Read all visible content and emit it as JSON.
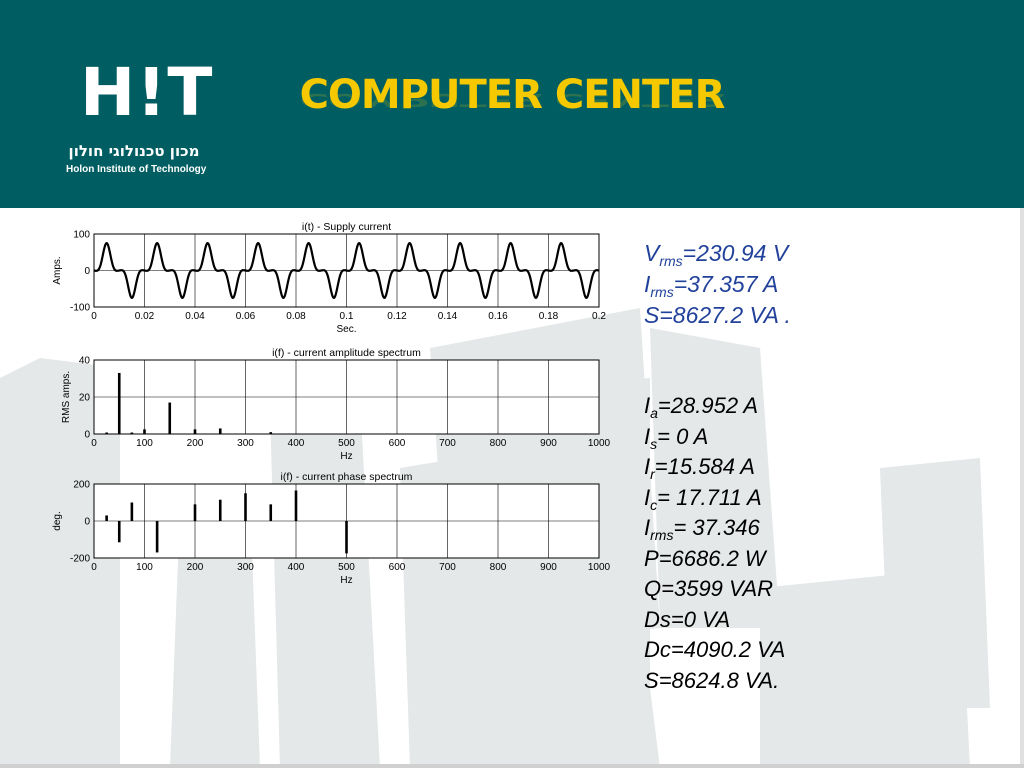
{
  "header": {
    "title": "COMPUTER CENTER",
    "bg_color": "#005e62",
    "title_color": "#f5c800",
    "logo": {
      "mark": "H!T",
      "hebrew": "מכון טכנולוגי חולון",
      "english": "Holon Institute of Technology"
    }
  },
  "results_top": [
    {
      "sym": "V",
      "sub": "rms",
      "rest": "=230.94 V"
    },
    {
      "sym": "I",
      "sub": "rms",
      "rest": "=37.357 A"
    },
    {
      "sym": "S",
      "sub": "",
      "rest": "=8627.2 VA ."
    }
  ],
  "results_bottom": [
    {
      "sym": "I",
      "sub": "a",
      "rest": "=28.952 A"
    },
    {
      "sym": "I",
      "sub": "s",
      "rest": "= 0 A"
    },
    {
      "sym": " I",
      "sub": "r",
      "rest": "=15.584 A"
    },
    {
      "sym": "I",
      "sub": "c",
      "rest": "= 17.711 A"
    },
    {
      "sym": "I",
      "sub": "rms",
      "rest": "= 37.346"
    },
    {
      "sym": "P",
      "sub": "",
      "rest": "=6686.2 W"
    },
    {
      "sym": "Q",
      "sub": "",
      "rest": "=3599 VAR"
    },
    {
      "sym": "Ds",
      "sub": "",
      "rest": "=0 VA"
    },
    {
      "sym": "Dc",
      "sub": "",
      "rest": "=4090.2 VA"
    },
    {
      "sym": "S",
      "sub": "",
      "rest": "=8624.8 VA."
    }
  ],
  "chart_data": [
    {
      "type": "line",
      "title": "i(t) - Supply current",
      "xlabel": "Sec.",
      "ylabel": "Amps.",
      "xlim": [
        0,
        0.2
      ],
      "ylim": [
        -100,
        100
      ],
      "xticks": [
        "0",
        "0.02",
        "0.04",
        "0.06",
        "0.08",
        "0.1",
        "0.12",
        "0.14",
        "0.16",
        "0.18",
        "0.2"
      ],
      "yticks": [
        "100",
        "0",
        "-100"
      ],
      "grid": true,
      "series": [
        {
          "frequency_hz": 50,
          "harmonics": [
            {
              "order": 1,
              "amplitude": 46.7
            },
            {
              "order": 3,
              "amplitude": -24.0
            },
            {
              "order": 5,
              "amplitude": 4.2
            }
          ]
        }
      ]
    },
    {
      "type": "bar",
      "title": "i(f) - current amplitude spectrum",
      "xlabel": "Hz",
      "ylabel": "RMS amps.",
      "xlim": [
        0,
        1000
      ],
      "ylim": [
        0,
        40
      ],
      "xticks": [
        "0",
        "100",
        "200",
        "300",
        "400",
        "500",
        "600",
        "700",
        "800",
        "900",
        "1000"
      ],
      "yticks": [
        "40",
        "20",
        "0"
      ],
      "grid": true,
      "x": [
        25,
        50,
        75,
        100,
        150,
        200,
        250,
        350
      ],
      "values": [
        0.8,
        33,
        0.8,
        2.5,
        17,
        2.5,
        3,
        1
      ]
    },
    {
      "type": "bar",
      "title": "i(f) - current phase spectrum",
      "xlabel": "Hz",
      "ylabel": "deg.",
      "xlim": [
        0,
        1000
      ],
      "ylim": [
        -200,
        200
      ],
      "xticks": [
        "0",
        "100",
        "200",
        "300",
        "400",
        "500",
        "600",
        "700",
        "800",
        "900",
        "1000"
      ],
      "yticks": [
        "200",
        "0",
        "-200"
      ],
      "grid": true,
      "x": [
        25,
        50,
        75,
        125,
        200,
        250,
        300,
        350,
        400,
        500
      ],
      "values": [
        30,
        -115,
        100,
        -170,
        90,
        115,
        150,
        90,
        165,
        -175
      ]
    }
  ]
}
